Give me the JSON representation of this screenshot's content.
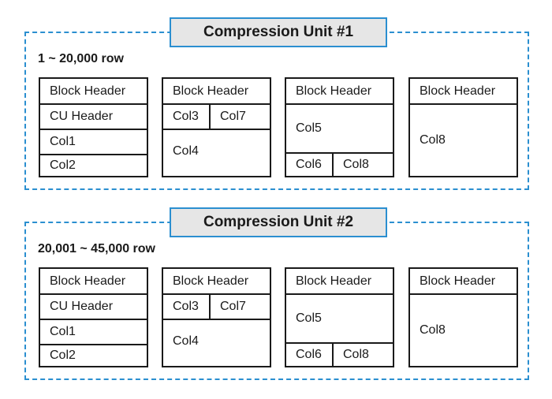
{
  "units": [
    {
      "title": "Compression Unit #1",
      "row_range": "1 ~ 20,000 row",
      "blocks": [
        {
          "header": "Block Header",
          "cells": [
            "CU Header",
            "Col1",
            "Col2"
          ]
        },
        {
          "header": "Block Header",
          "cells": [
            "Col3",
            "Col7",
            "Col4"
          ]
        },
        {
          "header": "Block Header",
          "cells": [
            "Col5",
            "Col6",
            "Col8"
          ]
        },
        {
          "header": "Block Header",
          "cells": [
            "Col8"
          ]
        }
      ]
    },
    {
      "title": "Compression Unit #2",
      "row_range": "20,001 ~ 45,000 row",
      "blocks": [
        {
          "header": "Block Header",
          "cells": [
            "CU Header",
            "Col1",
            "Col2"
          ]
        },
        {
          "header": "Block Header",
          "cells": [
            "Col3",
            "Col7",
            "Col4"
          ]
        },
        {
          "header": "Block Header",
          "cells": [
            "Col5",
            "Col6",
            "Col8"
          ]
        },
        {
          "header": "Block Header",
          "cells": [
            "Col8"
          ]
        }
      ]
    }
  ],
  "colors": {
    "unit_border": "#2b8fd0",
    "title_fill": "#e6e6e6",
    "block_border": "#1a1a1a"
  }
}
